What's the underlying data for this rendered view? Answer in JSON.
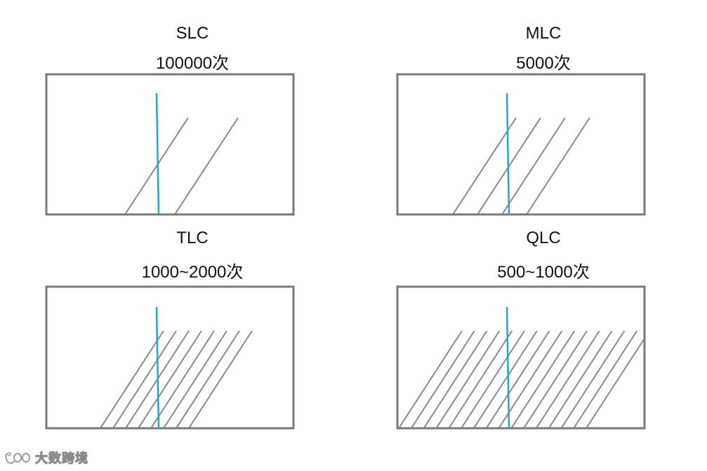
{
  "panels": [
    {
      "id": "slc",
      "type_label": "SLC",
      "cycles_label": "100000次",
      "hatch_count": 2
    },
    {
      "id": "mlc",
      "type_label": "MLC",
      "cycles_label": "5000次",
      "hatch_count": 4
    },
    {
      "id": "tlc",
      "type_label": "TLC",
      "cycles_label": "1000~2000次",
      "hatch_count": 8
    },
    {
      "id": "qlc",
      "type_label": "QLC",
      "cycles_label": "500~1000次",
      "hatch_count": 16
    }
  ],
  "colors": {
    "frame": "#7a7a7a",
    "hatch": "#8a8a8a",
    "marker": "#1ba9dc",
    "text": "#111111"
  },
  "watermark": {
    "logo_icon": "logo-icon",
    "text": "大数跨境"
  }
}
